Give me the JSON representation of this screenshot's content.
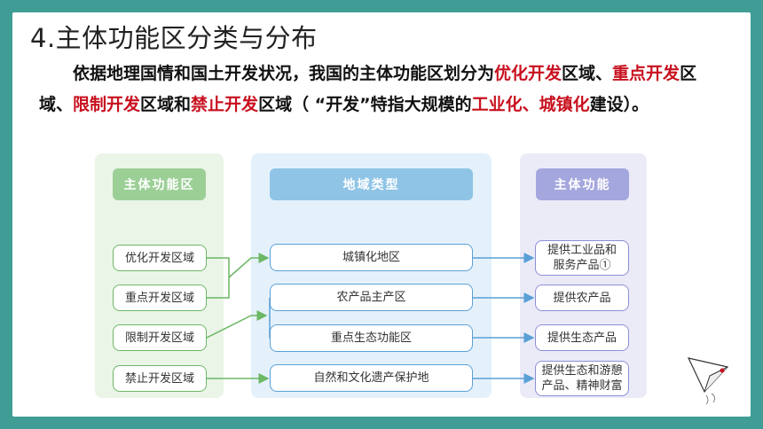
{
  "title": "4.主体功能区分类与分布",
  "paragraph": {
    "p1": "依据地理国情和国土开发状况，我国的主体功能区划分为",
    "h1": "优化开发",
    "p2": "区域、",
    "h2": "重点开发",
    "p3": "区域、",
    "h3": "限制开发",
    "p4": "区域和",
    "h4": "禁止开发",
    "p5": "区域（ “开发”特指大规模的",
    "h5": "工业化、城镇化",
    "p6": "建设）。"
  },
  "diagram": {
    "col1_header": "主体功能区",
    "col2_header": "地域类型",
    "col3_header": "主体功能",
    "col1": [
      "优化开发区域",
      "重点开发区域",
      "限制开发区域",
      "禁止开发区域"
    ],
    "col2": [
      "城镇化地区",
      "农产品主产区",
      "重点生态功能区",
      "自然和文化遗产保护地"
    ],
    "col3": [
      {
        "line1": "提供工业品和",
        "line2": "服务产品①"
      },
      {
        "line1": "提供农产品",
        "line2": ""
      },
      {
        "line1": "提供生态产品",
        "line2": ""
      },
      {
        "line1": "提供生态和游憩",
        "line2": "产品、精神财富"
      }
    ]
  },
  "colors": {
    "background": "#3f9d96",
    "highlight": "#c8101e",
    "green": "#6cb764",
    "blue": "#5aa0d6",
    "purple": "#8b8fd6"
  },
  "icons": [
    "paper-plane-icon"
  ]
}
